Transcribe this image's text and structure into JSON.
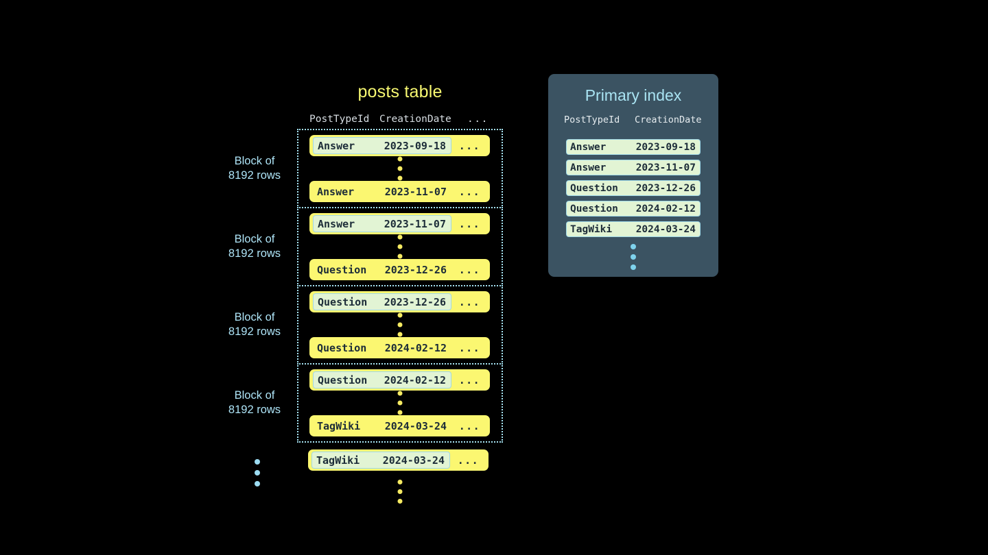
{
  "canvas": {
    "background": "#000000",
    "accent_yellow": "#fbf771",
    "accent_blue": "#a8e5f5",
    "highlight_green": "#e2f4d4",
    "panel_slate": "#3b5362"
  },
  "posts_table": {
    "title": "posts table",
    "columns": {
      "post_type_id": "PostTypeId",
      "creation_date": "CreationDate",
      "more": "..."
    },
    "block_label": "Block of\n8192 rows",
    "blocks": [
      {
        "label": "Block of\n8192 rows",
        "first_row": {
          "post_type_id": "Answer",
          "creation_date": "2023-09-18",
          "more": "...",
          "highlighted": true
        },
        "last_row": {
          "post_type_id": "Answer",
          "creation_date": "2023-11-07",
          "more": "...",
          "highlighted": false
        }
      },
      {
        "label": "Block of\n8192 rows",
        "first_row": {
          "post_type_id": "Answer",
          "creation_date": "2023-11-07",
          "more": "...",
          "highlighted": true
        },
        "last_row": {
          "post_type_id": "Question",
          "creation_date": "2023-12-26",
          "more": "...",
          "highlighted": false
        }
      },
      {
        "label": "Block of\n8192 rows",
        "first_row": {
          "post_type_id": "Question",
          "creation_date": "2023-12-26",
          "more": "...",
          "highlighted": true
        },
        "last_row": {
          "post_type_id": "Question",
          "creation_date": "2024-02-12",
          "more": "...",
          "highlighted": false
        }
      },
      {
        "label": "Block of\n8192 rows",
        "first_row": {
          "post_type_id": "Question",
          "creation_date": "2024-02-12",
          "more": "...",
          "highlighted": true
        },
        "last_row": {
          "post_type_id": "TagWiki",
          "creation_date": "2024-03-24",
          "more": "...",
          "highlighted": false
        }
      }
    ],
    "trailing_row": {
      "post_type_id": "TagWiki",
      "creation_date": "2024-03-24",
      "more": "...",
      "highlighted": true
    }
  },
  "primary_index": {
    "title": "Primary index",
    "columns": {
      "post_type_id": "PostTypeId",
      "creation_date": "CreationDate"
    },
    "rows": [
      {
        "post_type_id": "Answer",
        "creation_date": "2023-09-18"
      },
      {
        "post_type_id": "Answer",
        "creation_date": "2023-11-07"
      },
      {
        "post_type_id": "Question",
        "creation_date": "2023-12-26"
      },
      {
        "post_type_id": "Question",
        "creation_date": "2024-02-12"
      },
      {
        "post_type_id": "TagWiki",
        "creation_date": "2024-03-24"
      }
    ]
  }
}
